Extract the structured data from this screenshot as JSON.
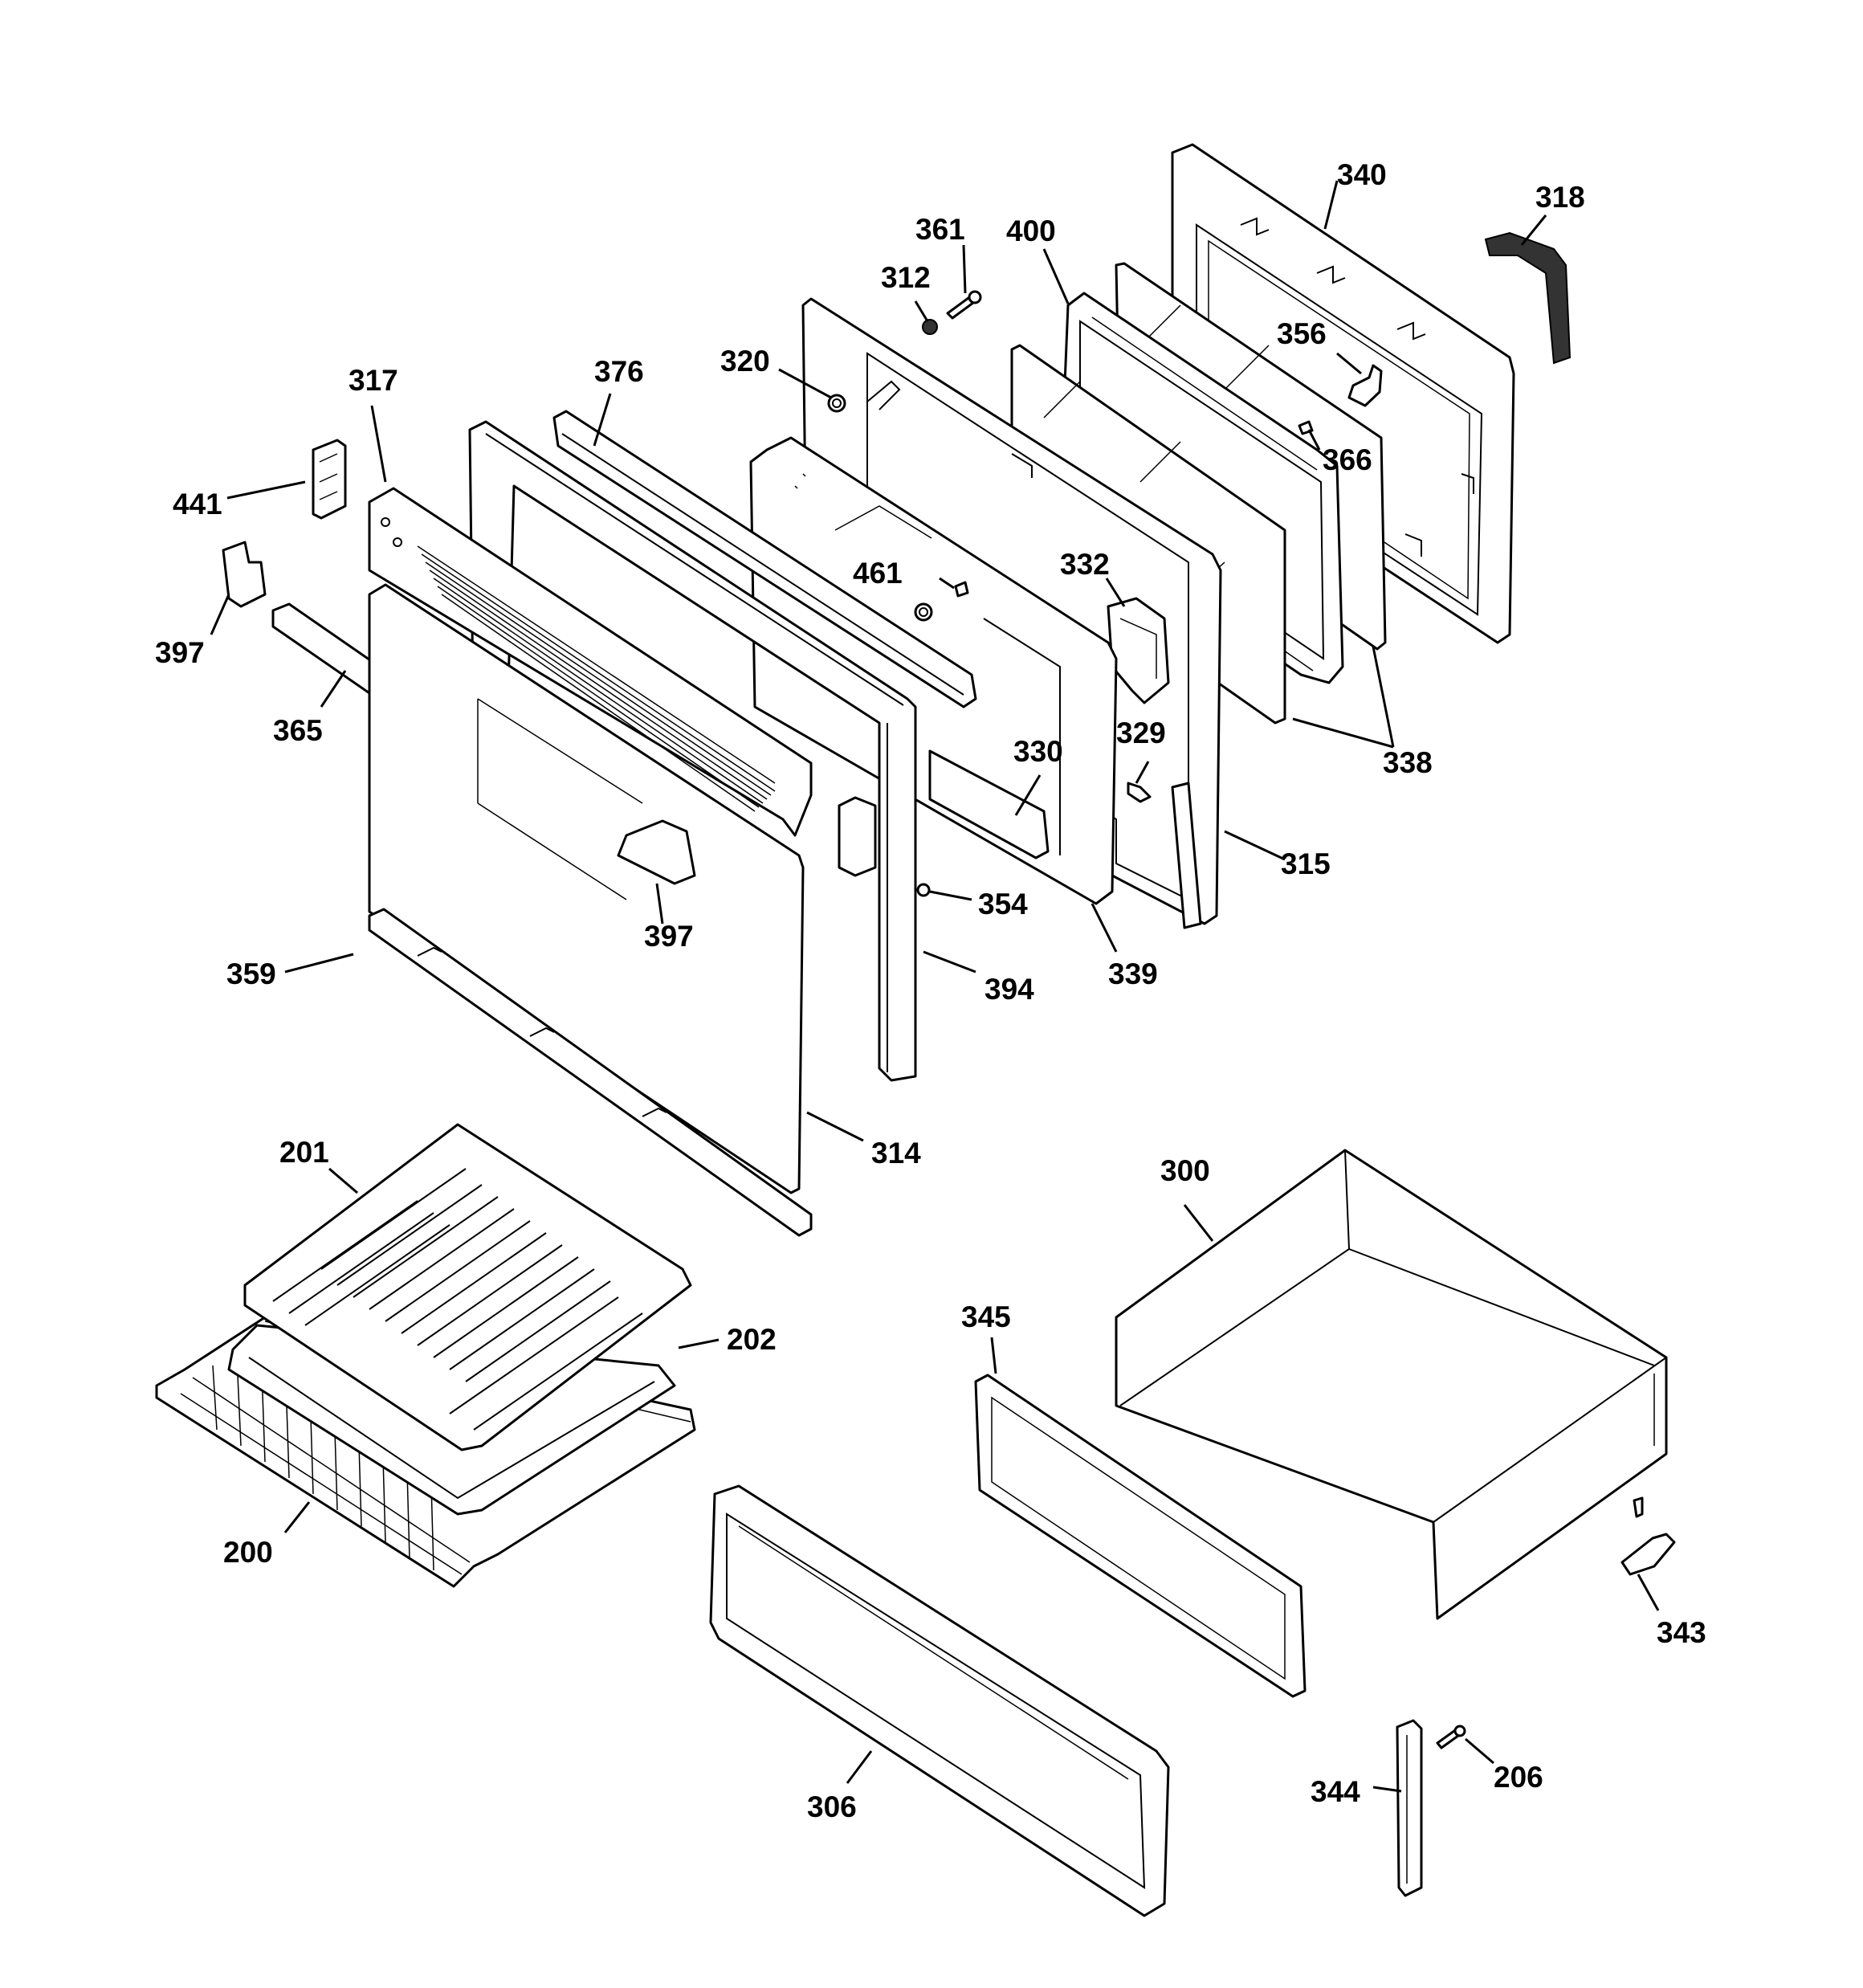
{
  "diagram": {
    "callouts": [
      {
        "id": "340",
        "label": "340"
      },
      {
        "id": "318",
        "label": "318"
      },
      {
        "id": "361",
        "label": "361"
      },
      {
        "id": "400",
        "label": "400"
      },
      {
        "id": "312",
        "label": "312"
      },
      {
        "id": "356",
        "label": "356"
      },
      {
        "id": "320",
        "label": "320"
      },
      {
        "id": "317",
        "label": "317"
      },
      {
        "id": "376",
        "label": "376"
      },
      {
        "id": "366",
        "label": "366"
      },
      {
        "id": "441",
        "label": "441"
      },
      {
        "id": "461",
        "label": "461"
      },
      {
        "id": "332",
        "label": "332"
      },
      {
        "id": "397a",
        "label": "397"
      },
      {
        "id": "365",
        "label": "365"
      },
      {
        "id": "330",
        "label": "330"
      },
      {
        "id": "329",
        "label": "329"
      },
      {
        "id": "338",
        "label": "338"
      },
      {
        "id": "315",
        "label": "315"
      },
      {
        "id": "354",
        "label": "354"
      },
      {
        "id": "397b",
        "label": "397"
      },
      {
        "id": "359",
        "label": "359"
      },
      {
        "id": "339",
        "label": "339"
      },
      {
        "id": "394",
        "label": "394"
      },
      {
        "id": "314",
        "label": "314"
      },
      {
        "id": "201",
        "label": "201"
      },
      {
        "id": "300",
        "label": "300"
      },
      {
        "id": "345",
        "label": "345"
      },
      {
        "id": "202",
        "label": "202"
      },
      {
        "id": "200",
        "label": "200"
      },
      {
        "id": "343",
        "label": "343"
      },
      {
        "id": "306",
        "label": "306"
      },
      {
        "id": "344",
        "label": "344"
      },
      {
        "id": "206",
        "label": "206"
      }
    ]
  }
}
